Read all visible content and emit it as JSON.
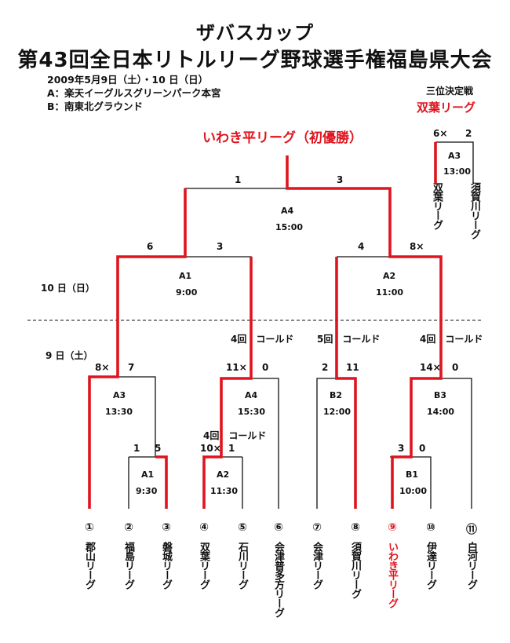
{
  "header": {
    "title": "ザバスカップ",
    "subtitle": "第43回全日本リトルリーグ野球選手権福島県大会",
    "date_line": "2009年5月9日（土）・10 日（日）",
    "venue_a": "A：楽天イーグルスグリーンパーク本宮",
    "venue_b": "B：南東北グラウンド"
  },
  "champion": "いわき平リーグ（初優勝）",
  "day_labels": {
    "day2": "10 日（日）",
    "day1": "9 日（土）"
  },
  "third_place": {
    "title": "三位決定戦",
    "winner": "双葉リーグ",
    "score_left": "6×",
    "score_right": "2",
    "match": "A3",
    "time": "13:00",
    "team_left": "双葉リーグ",
    "team_right": "須賀川リーグ"
  },
  "matches": {
    "final": {
      "field": "A4",
      "time": "15:00",
      "score_left": "1",
      "score_right": "3"
    },
    "semi_left": {
      "field": "A1",
      "time": "9:00",
      "score_left": "6",
      "score_right": "3"
    },
    "semi_right": {
      "field": "A2",
      "time": "11:00",
      "score_left": "4",
      "score_right": "8×"
    },
    "qf1": {
      "field": "A3",
      "time": "13:30",
      "score_left": "8×",
      "score_right": "7"
    },
    "qf2": {
      "field": "A4",
      "time": "15:30",
      "score_left": "11×",
      "score_right": "0",
      "note": "4回　コールド"
    },
    "qf3": {
      "field": "B2",
      "time": "12:00",
      "score_left": "2",
      "score_right": "11",
      "note": "5回　コールド"
    },
    "qf4": {
      "field": "B3",
      "time": "14:00",
      "score_left": "14×",
      "score_right": "0",
      "note": "4回　コールド"
    },
    "r1a": {
      "field": "A1",
      "time": "9:30",
      "score_left": "1",
      "score_right": "5"
    },
    "r1b": {
      "field": "A2",
      "time": "11:30",
      "score_left": "10×",
      "score_right": "1",
      "note": "4回　コールド"
    },
    "r1c": {
      "field": "B1",
      "time": "10:00",
      "score_left": "3",
      "score_right": "0"
    }
  },
  "teams": [
    {
      "num": "①",
      "name": "郡山リーグ"
    },
    {
      "num": "②",
      "name": "福島リーグ"
    },
    {
      "num": "③",
      "name": "磐城リーグ"
    },
    {
      "num": "④",
      "name": "双葉リーグ"
    },
    {
      "num": "⑤",
      "name": "石川リーグ"
    },
    {
      "num": "⑥",
      "name": "会津普多方リーグ"
    },
    {
      "num": "⑦",
      "name": "会津リーグ"
    },
    {
      "num": "⑧",
      "name": "須賀川リーグ"
    },
    {
      "num": "⑨",
      "name": "いわき平リーグ"
    },
    {
      "num": "⑩",
      "name": "伊達リーグ"
    },
    {
      "num": "⑪",
      "name": "白河リーグ"
    }
  ],
  "colors": {
    "winner_line": "#e0141e",
    "line": "#111111"
  }
}
